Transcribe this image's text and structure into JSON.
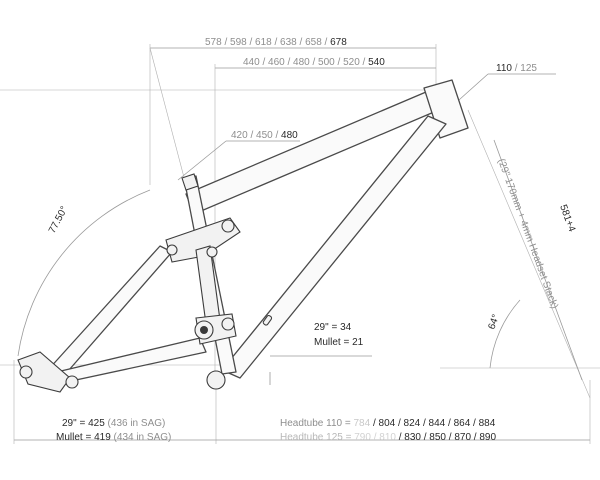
{
  "labels": {
    "top_seat_sizes": {
      "faded": "578 / 598 / 618 / 638 / 658 / ",
      "strong": "678"
    },
    "reach_sizes": {
      "faded": "440 / 460 / 480 / 500 / 520 / ",
      "strong": "540"
    },
    "seat_tube_sizes": {
      "faded": "420 / 450 / ",
      "strong": "480"
    },
    "headtube_length": {
      "strong": "110",
      "faded": " / 125"
    },
    "seat_angle": "77.50°",
    "head_angle": "64°",
    "fork_length": "581+4",
    "fork_note": "(29\" 170mm + 4mm Headset Stack)",
    "bb_drop_29": "29\" = 34",
    "bb_drop_mullet": "Mullet = 21",
    "chainstay_29": {
      "strong": "29\" = 425 ",
      "faded": "(436 in SAG)"
    },
    "chainstay_mullet": {
      "strong": "Mullet = 419 ",
      "faded": "(434 in SAG)"
    },
    "wheelbase_110": {
      "prefix": "Headtube 110 = ",
      "faint": "784",
      "mid": " / 804 / 824 / 844 / 864 / 884"
    },
    "wheelbase_125": {
      "prefix": "Headtube 125 = ",
      "faint": "790 / 810",
      "mid": " / 830 / 850 / 870 / 890"
    }
  },
  "colors": {
    "line": "#4a4a4a",
    "dimension": "#9a9a9a",
    "text_strong": "#2a2a2a",
    "text_faded": "#8e8e8e"
  }
}
